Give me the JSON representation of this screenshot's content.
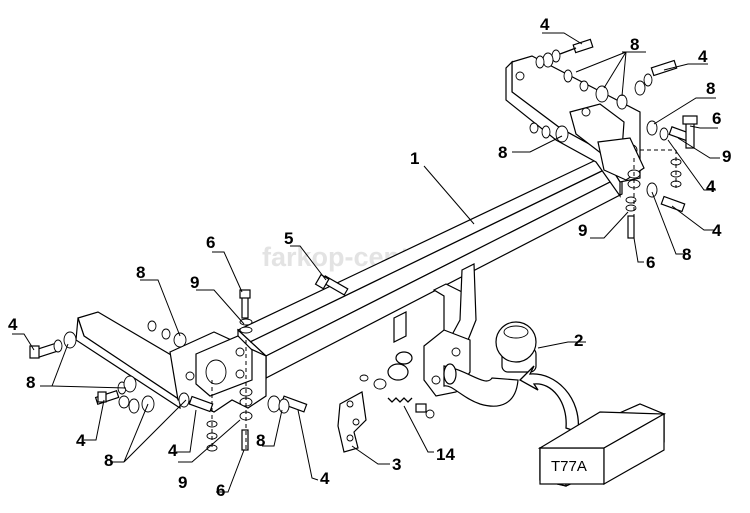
{
  "watermark": "farkop-center.ru",
  "package_label": "T77A",
  "callouts": [
    {
      "id": "c4-top",
      "text": "4"
    },
    {
      "id": "c8-top",
      "text": "8"
    },
    {
      "id": "c4-tr",
      "text": "4"
    },
    {
      "id": "c8-tr",
      "text": "8"
    },
    {
      "id": "c6-tr",
      "text": "6"
    },
    {
      "id": "c9-tr",
      "text": "9"
    },
    {
      "id": "c4-r",
      "text": "4"
    },
    {
      "id": "c8-ml",
      "text": "8"
    },
    {
      "id": "c1",
      "text": "1"
    },
    {
      "id": "c9-r",
      "text": "9"
    },
    {
      "id": "c4-r2",
      "text": "4"
    },
    {
      "id": "c6-r",
      "text": "6"
    },
    {
      "id": "c8-r",
      "text": "8"
    },
    {
      "id": "c6-l",
      "text": "6"
    },
    {
      "id": "c5",
      "text": "5"
    },
    {
      "id": "c8-l",
      "text": "8"
    },
    {
      "id": "c9-l",
      "text": "9"
    },
    {
      "id": "c4-far",
      "text": "4"
    },
    {
      "id": "c8-far",
      "text": "8"
    },
    {
      "id": "c4-bl",
      "text": "4"
    },
    {
      "id": "c8-bl",
      "text": "8"
    },
    {
      "id": "c4-bm",
      "text": "4"
    },
    {
      "id": "c8-bm",
      "text": "8"
    },
    {
      "id": "c4-bc",
      "text": "4"
    },
    {
      "id": "c9-b",
      "text": "9"
    },
    {
      "id": "c6-b",
      "text": "6"
    },
    {
      "id": "c3",
      "text": "3"
    },
    {
      "id": "c14",
      "text": "14"
    },
    {
      "id": "c2",
      "text": "2"
    }
  ]
}
